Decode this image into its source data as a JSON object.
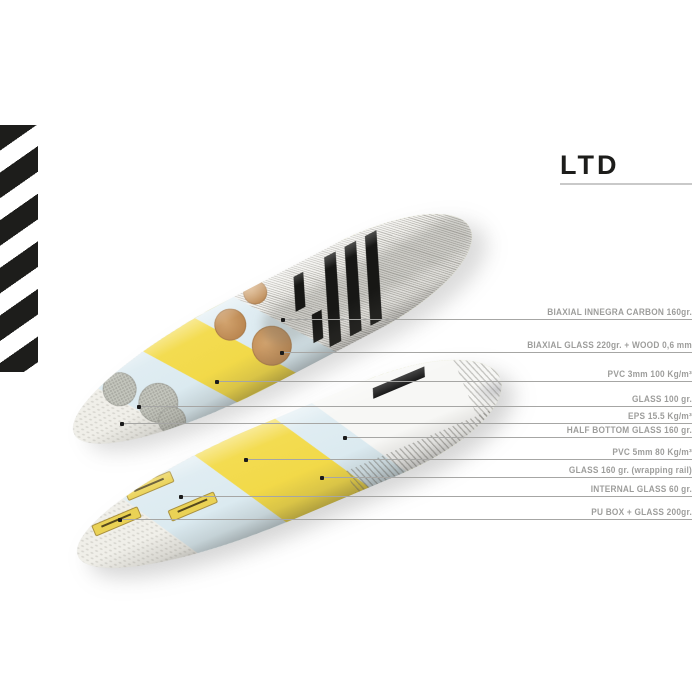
{
  "header": {
    "title": "LTD"
  },
  "callouts": [
    {
      "text": "BIAXIAL INNEGRA CARBON 160gr."
    },
    {
      "text": "BIAXIAL GLASS 220gr. + WOOD 0,6 mm"
    },
    {
      "text": "PVC 3mm 100 Kg/m³"
    },
    {
      "text": "GLASS 100 gr."
    },
    {
      "text": "EPS 15.5 Kg/m³"
    },
    {
      "text": "HALF BOTTOM GLASS 160 gr."
    },
    {
      "text": "PVC 5mm 80 Kg/m³"
    },
    {
      "text": "GLASS 160 gr. (wrapping rail)"
    },
    {
      "text": "INTERNAL GLASS 60 gr."
    },
    {
      "text": "PU BOX + GLASS 200gr."
    }
  ],
  "colors": {
    "background": "#ffffff",
    "title": "#1d1d1b",
    "title_underline": "#c9c9c9",
    "brand_stripes": "#1d1d1b",
    "callout_text": "#9d9d9b",
    "callout_line": "#a6a6a4",
    "eps_white": "#f0efe9",
    "pvc_blue": "#d4e6ed",
    "glass_yellow": "#f0d63e",
    "wood_brown": "#c6935f",
    "glass_patch_gray": "#c4c6bd",
    "carbon_weave_gray": "#7a7871",
    "finbox_yellow": "#ead255",
    "logo_black": "#171715"
  }
}
